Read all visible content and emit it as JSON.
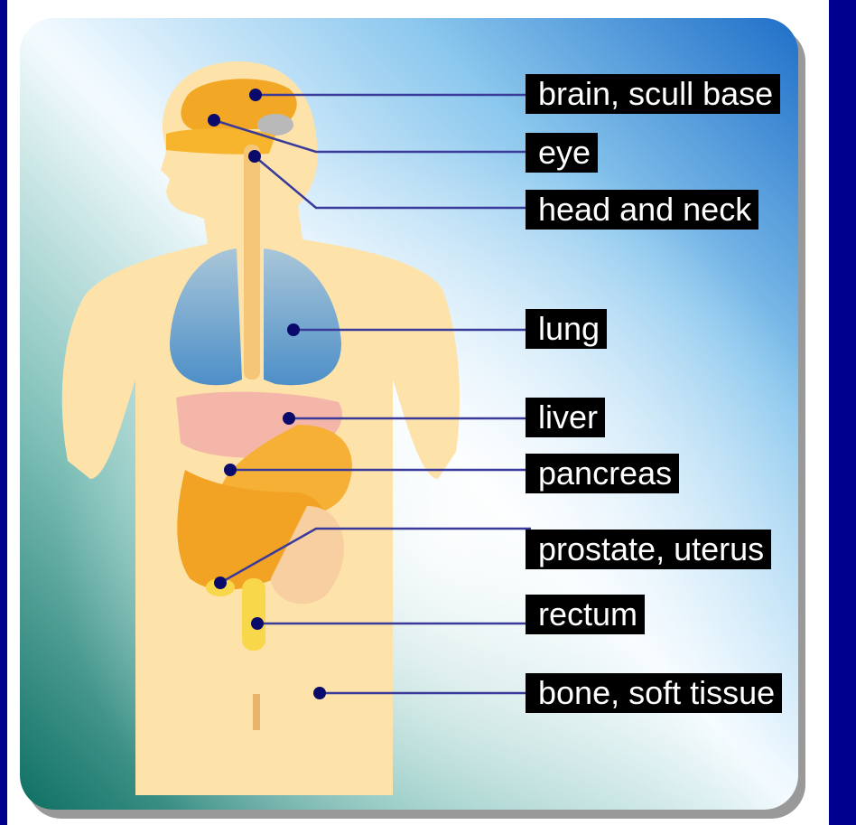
{
  "labels": [
    {
      "id": "brain",
      "text": "brain, scull base"
    },
    {
      "id": "eye",
      "text": "eye"
    },
    {
      "id": "head-neck",
      "text": "head and neck"
    },
    {
      "id": "lung",
      "text": "lung"
    },
    {
      "id": "liver",
      "text": "liver"
    },
    {
      "id": "pancreas",
      "text": "pancreas"
    },
    {
      "id": "prostate",
      "text": "prostate, uterus"
    },
    {
      "id": "rectum",
      "text": "rectum"
    },
    {
      "id": "bone",
      "text": "bone, soft tissue"
    }
  ],
  "colors": {
    "background": "#00008e",
    "body": "#fde3aa",
    "label_bg": "#000000",
    "label_text": "#ffffff",
    "leader_line": "#3a3a9a",
    "dot": "#0a0a6a"
  }
}
